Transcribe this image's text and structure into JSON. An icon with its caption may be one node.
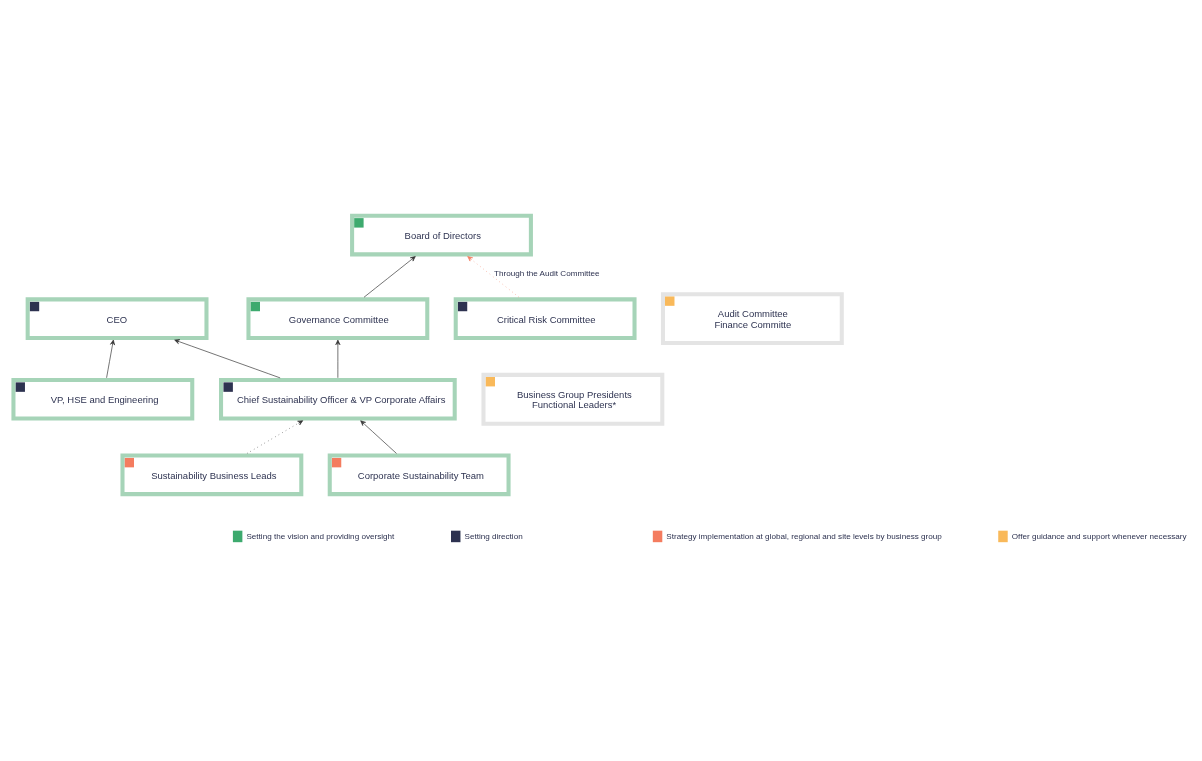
{
  "diagram": {
    "nodes": [
      {
        "text": [
          "Board of Directors"
        ]
      },
      {
        "text": [
          "CEO"
        ]
      },
      {
        "text": [
          "Governance Committee"
        ]
      },
      {
        "text": [
          "Audit Committee",
          "Finance Committe"
        ]
      },
      {
        "text": [
          "Critical Risk Committee"
        ]
      },
      {
        "text": [
          "VP, HSE and Engineering"
        ]
      },
      {
        "text": [
          "Chief Sustainability Officer & VP Corporate Affairs"
        ]
      },
      {
        "text": [
          "Business Group Presidents",
          "Functional Leaders*"
        ]
      },
      {
        "text": [
          "Sustainability Business Leads"
        ]
      },
      {
        "text": [
          "Corporate Sustainability Team"
        ]
      }
    ],
    "edges": [
      {
        "from": 2,
        "to": 0,
        "arrow": "to"
      },
      {
        "from": 4,
        "to": 0,
        "arrow": "to",
        "label": "Through the Audit Committee",
        "style": "dashed",
        "color": "#f47c5f"
      },
      {
        "from": 5,
        "to": 1,
        "arrow": "to"
      },
      {
        "from": 6,
        "to": 2,
        "arrow": "to"
      },
      {
        "from": 6,
        "to": 1,
        "arrow": "to"
      },
      {
        "from": 9,
        "to": 6,
        "arrow": "to"
      },
      {
        "from": 8,
        "to": 6,
        "arrow": "to",
        "style": "dashed"
      }
    ],
    "legend": [
      {
        "text": "Setting the vision and providing oversight",
        "color": "#3daa6e"
      },
      {
        "text": "Setting direction",
        "color": "#2d3250"
      },
      {
        "text": "Strategy implementation at global, regional and site levels by business group",
        "color": "#f47c5f"
      },
      {
        "text": "Offer guidance and support whenever necessary",
        "color": "#f9b95a"
      }
    ]
  }
}
